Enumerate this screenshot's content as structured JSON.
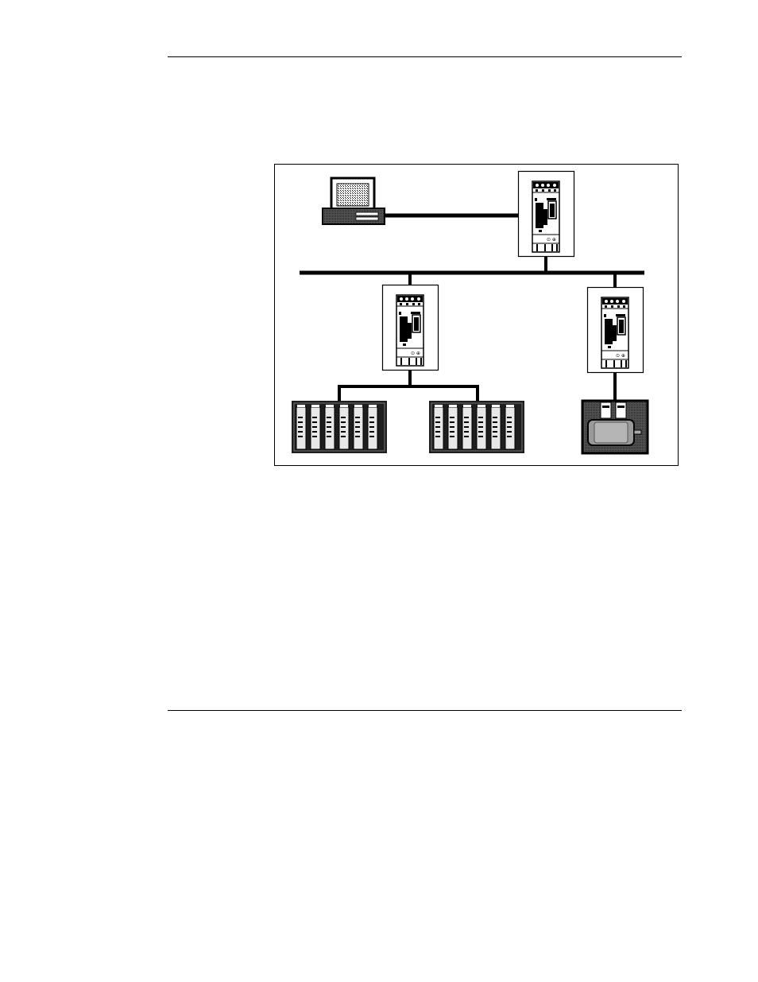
{
  "page": {
    "background": "#ffffff",
    "line_color": "#000000"
  },
  "diagram": {
    "nodes": [
      {
        "id": "pc",
        "kind": "computer-icon"
      },
      {
        "id": "gateway",
        "kind": "controller-module-icon"
      },
      {
        "id": "node-left",
        "kind": "controller-module-icon"
      },
      {
        "id": "node-right",
        "kind": "controller-module-icon"
      },
      {
        "id": "rack-1",
        "kind": "io-rack-icon",
        "slots": 6
      },
      {
        "id": "rack-2",
        "kind": "io-rack-icon",
        "slots": 6
      },
      {
        "id": "motor",
        "kind": "motor-drive-icon"
      }
    ],
    "links": [
      [
        "pc",
        "gateway"
      ],
      [
        "gateway",
        "bus"
      ],
      [
        "bus",
        "node-left"
      ],
      [
        "bus",
        "node-right"
      ],
      [
        "node-left",
        "rack-1"
      ],
      [
        "node-left",
        "rack-2"
      ],
      [
        "node-right",
        "motor"
      ]
    ]
  }
}
